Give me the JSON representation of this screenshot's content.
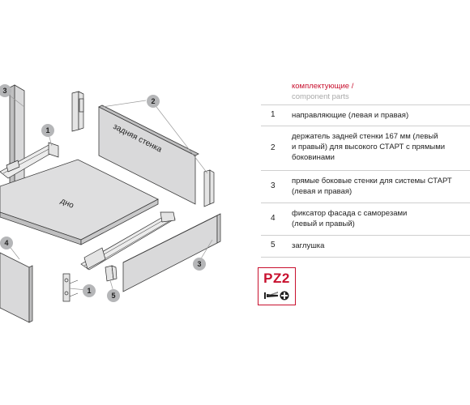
{
  "diagram": {
    "labels": {
      "back_wall": "задняя стенка",
      "bottom": "дно"
    },
    "callouts": [
      "3",
      "2",
      "1",
      "4",
      "1",
      "5",
      "3"
    ]
  },
  "parts_header": {
    "ru": "комплектующие /",
    "en": "component parts"
  },
  "parts": [
    {
      "num": "1",
      "line1": "направляющие (левая и правая)",
      "line2": "",
      "line3": ""
    },
    {
      "num": "2",
      "line1": "держатель задней стенки 167 мм (левый",
      "line2": "и правый) для высокого СТАРТ с прямыми",
      "line3": "боковинами"
    },
    {
      "num": "3",
      "line1": "прямые боковые стенки для системы СТАРТ",
      "line2": "(левая и правая)",
      "line3": ""
    },
    {
      "num": "4",
      "line1": "фиксатор фасада с саморезами",
      "line2": "(левый и правый)",
      "line3": ""
    },
    {
      "num": "5",
      "line1": "заглушка",
      "line2": "",
      "line3": ""
    }
  ],
  "badge": {
    "text": "PZ2",
    "icon": "screwdriver-phillips-icon",
    "color": "#c8102e"
  },
  "colors": {
    "accent": "#c8102e",
    "secondary_text": "#a9a9a9",
    "callout": "#b5b6b8"
  }
}
